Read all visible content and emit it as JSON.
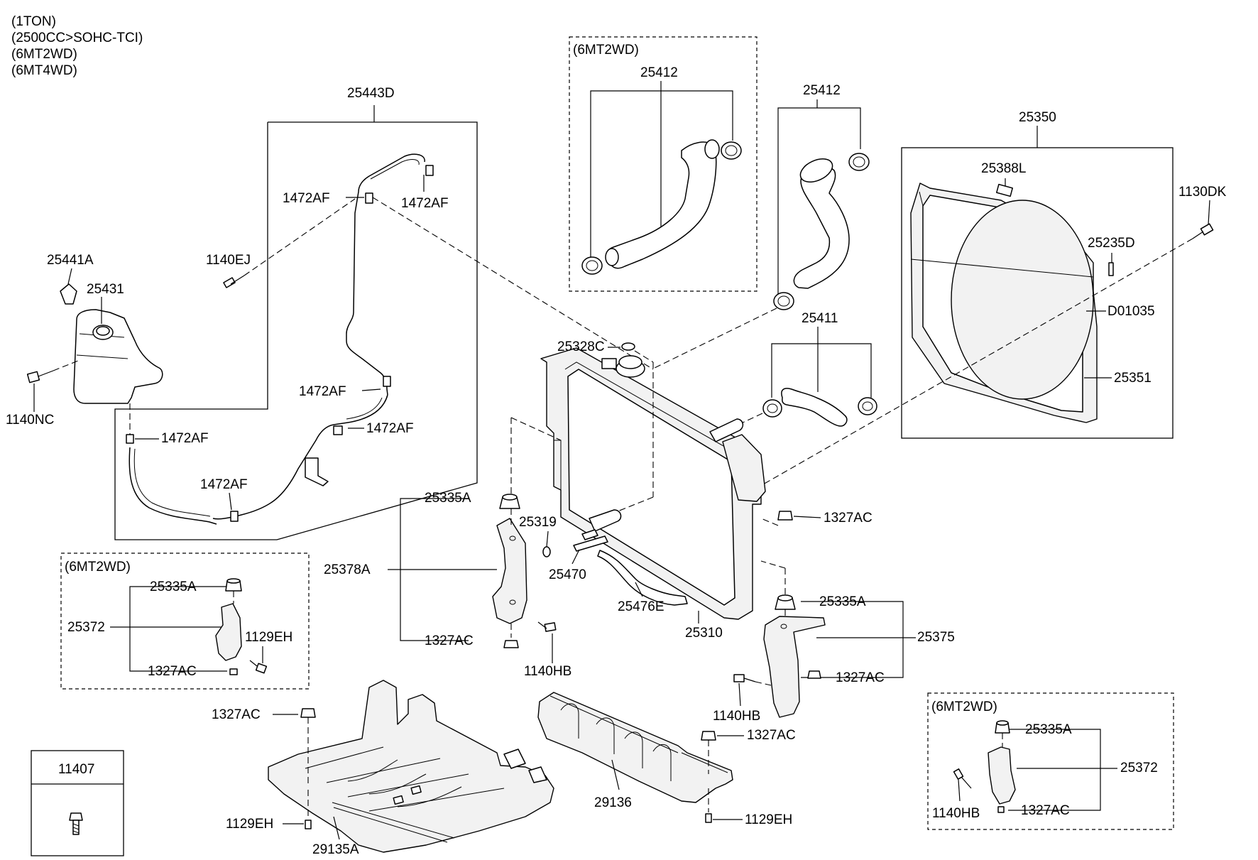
{
  "header_lines": [
    "(1TON)",
    "(2500CC>SOHC-TCI)",
    "(6MT2WD)",
    "(6MT4WD)"
  ],
  "variant_label": "(6MT2WD)",
  "legend_box": {
    "code": "11407",
    "icon": "bolt-icon"
  },
  "parts": {
    "p25443D": "25443D",
    "p25441A": "25441A",
    "p25431": "25431",
    "p1140NC": "1140NC",
    "p1140EJ": "1140EJ",
    "p1472AF_a": "1472AF",
    "p1472AF_b": "1472AF",
    "p1472AF_c": "1472AF",
    "p1472AF_d": "1472AF",
    "p1472AF_e": "1472AF",
    "p1472AF_f": "1472AF",
    "p25412_a": "25412",
    "p25412_b": "25412",
    "p25350": "25350",
    "p25388L": "25388L",
    "p1130DK": "1130DK",
    "p25235D": "25235D",
    "pD01035": "D01035",
    "p25351": "25351",
    "p25411": "25411",
    "p25328C": "25328C",
    "p25335A_a": "25335A",
    "p25319": "25319",
    "p25378A": "25378A",
    "p25470": "25470",
    "p25476E": "25476E",
    "p25310": "25310",
    "p1327AC_a": "1327AC",
    "p1327AC_b": "1327AC",
    "p1140HB_a": "1140HB",
    "p25335A_b": "25335A",
    "p25375": "25375",
    "p1327AC_c": "1327AC",
    "p1140HB_b": "1140HB",
    "p1327AC_d": "1327AC",
    "p25335A_c": "25335A",
    "p25372_a": "25372",
    "p1129EH_a": "1129EH",
    "p1327AC_e": "1327AC",
    "p1327AC_f": "1327AC",
    "p1129EH_b": "1129EH",
    "p29135A": "29135A",
    "p29136": "29136",
    "p1129EH_c": "1129EH",
    "p25335A_d": "25335A",
    "p25372_b": "25372",
    "p1140HB_c": "1140HB",
    "p1327AC_g": "1327AC"
  }
}
